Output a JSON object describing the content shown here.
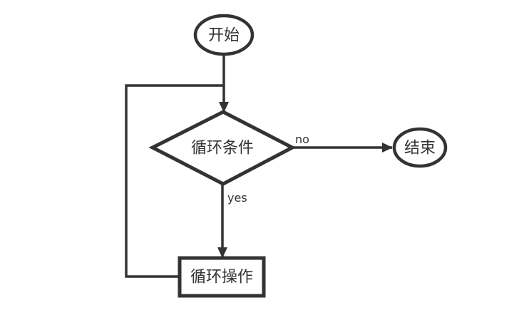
{
  "diagram": {
    "type": "flowchart",
    "colors": {
      "background": "#ffffff",
      "stroke": "#333333",
      "text": "#333333",
      "shape_fill": "#ffffff"
    },
    "nodes": {
      "start": {
        "label": "开始",
        "shape": "ellipse"
      },
      "condition": {
        "label": "循环条件",
        "shape": "diamond"
      },
      "end": {
        "label": "结束",
        "shape": "ellipse"
      },
      "operation": {
        "label": "循环操作",
        "shape": "rectangle"
      }
    },
    "edge_labels": {
      "no": "no",
      "yes": "yes"
    },
    "edges": [
      {
        "from": "start",
        "to": "condition",
        "label": ""
      },
      {
        "from": "condition",
        "to": "end",
        "label": "no"
      },
      {
        "from": "condition",
        "to": "operation",
        "label": "yes"
      },
      {
        "from": "operation",
        "to": "start-condition-junction",
        "label": ""
      }
    ]
  }
}
